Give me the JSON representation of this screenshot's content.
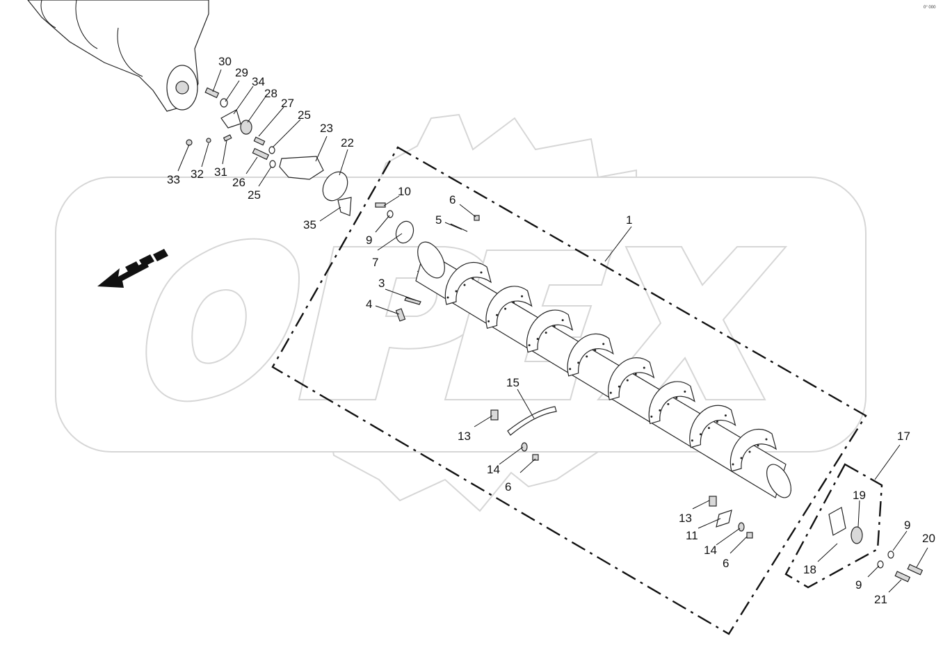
{
  "diagram": {
    "watermark_text": "OPEX",
    "corner_code": "0° 000",
    "callouts": [
      {
        "id": "1",
        "text": "1"
      },
      {
        "id": "3",
        "text": "3"
      },
      {
        "id": "4",
        "text": "4"
      },
      {
        "id": "5",
        "text": "5"
      },
      {
        "id": "6a",
        "text": "6"
      },
      {
        "id": "6b",
        "text": "6"
      },
      {
        "id": "6c",
        "text": "6"
      },
      {
        "id": "7",
        "text": "7"
      },
      {
        "id": "9a",
        "text": "9"
      },
      {
        "id": "9b",
        "text": "9"
      },
      {
        "id": "9c",
        "text": "9"
      },
      {
        "id": "10",
        "text": "10"
      },
      {
        "id": "11",
        "text": "11"
      },
      {
        "id": "13a",
        "text": "13"
      },
      {
        "id": "13b",
        "text": "13"
      },
      {
        "id": "14a",
        "text": "14"
      },
      {
        "id": "14b",
        "text": "14"
      },
      {
        "id": "15",
        "text": "15"
      },
      {
        "id": "17",
        "text": "17"
      },
      {
        "id": "18",
        "text": "18"
      },
      {
        "id": "19",
        "text": "19"
      },
      {
        "id": "20",
        "text": "20"
      },
      {
        "id": "21",
        "text": "21"
      },
      {
        "id": "22",
        "text": "22"
      },
      {
        "id": "23",
        "text": "23"
      },
      {
        "id": "25a",
        "text": "25"
      },
      {
        "id": "25b",
        "text": "25"
      },
      {
        "id": "26",
        "text": "26"
      },
      {
        "id": "27",
        "text": "27"
      },
      {
        "id": "28",
        "text": "28"
      },
      {
        "id": "29",
        "text": "29"
      },
      {
        "id": "30",
        "text": "30"
      },
      {
        "id": "31",
        "text": "31"
      },
      {
        "id": "32",
        "text": "32"
      },
      {
        "id": "33",
        "text": "33"
      },
      {
        "id": "34",
        "text": "34"
      },
      {
        "id": "35",
        "text": "35"
      }
    ]
  }
}
